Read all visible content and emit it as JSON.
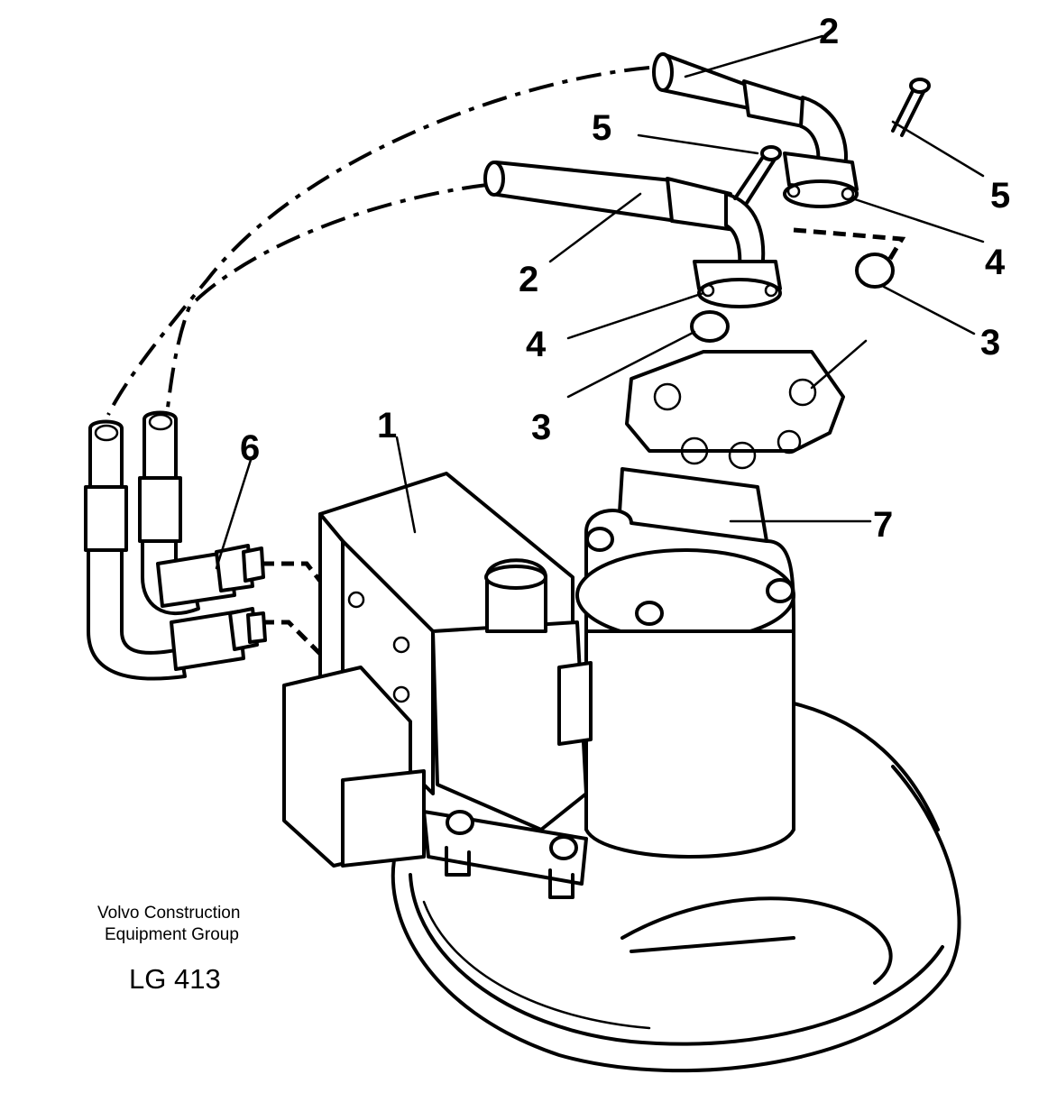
{
  "caption": {
    "company_line1": "Volvo Construction",
    "company_line2": "Equipment Group",
    "drawing_id": "LG 413"
  },
  "callouts": {
    "c1": "1",
    "c2a": "2",
    "c2b": "2",
    "c3a": "3",
    "c3b": "3",
    "c4a": "4",
    "c4b": "4",
    "c5a": "5",
    "c5b": "5",
    "c6": "6",
    "c7": "7"
  }
}
